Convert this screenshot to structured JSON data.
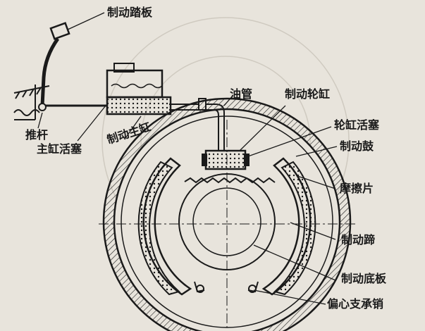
{
  "labels": {
    "brake_pedal": "制动踏板",
    "oil_pipe": "油管",
    "wheel_cylinder": "制动轮缸",
    "wheel_cylinder_piston": "轮缸活塞",
    "brake_drum": "制动鼓",
    "friction_lining": "摩擦片",
    "brake_shoe": "制动蹄",
    "backing_plate": "制动底板",
    "eccentric_pin": "偏心支承销",
    "push_rod": "推杆",
    "master_cylinder_piston": "主缸活塞",
    "master_cylinder": "制动主缸"
  },
  "colors": {
    "background": "#e8e4dc",
    "ink": "#1a1a1a"
  }
}
